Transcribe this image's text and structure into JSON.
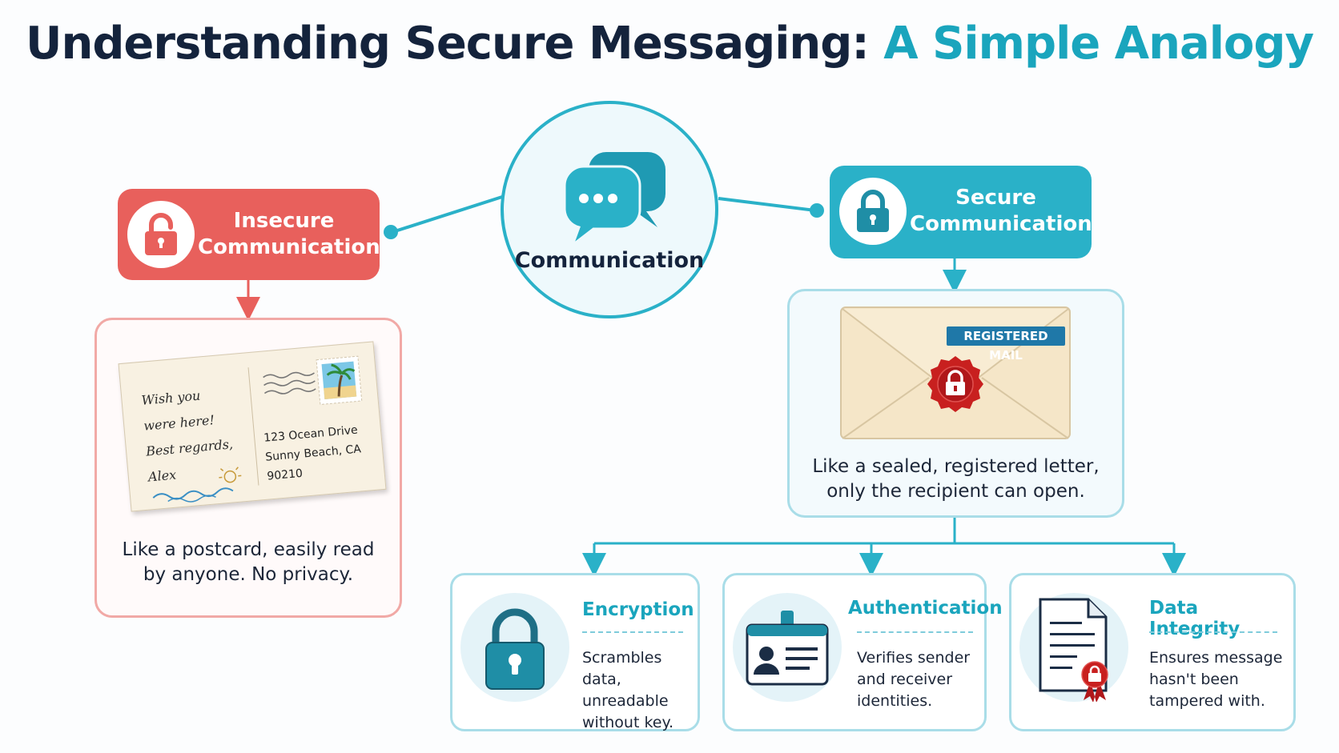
{
  "title": {
    "main": "Understanding Secure Messaging:",
    "accent": "A Simple Analogy"
  },
  "hub": {
    "label": "Communication",
    "icon": "chat-bubbles-icon"
  },
  "insecure": {
    "title_lines": [
      "Insecure",
      "Communication"
    ],
    "icon": "unlocked-padlock-icon",
    "postcard": {
      "message_lines": [
        "Wish you",
        "were here!",
        "Best regards,",
        "Alex"
      ],
      "address_lines": [
        "123 Ocean Drive",
        "Sunny Beach, CA",
        "90210"
      ]
    },
    "caption_lines": [
      "Like a postcard, easily read",
      "by anyone. No privacy."
    ]
  },
  "secure": {
    "title_lines": [
      "Secure",
      "Communication"
    ],
    "icon": "locked-padlock-icon",
    "envelope_tag": "REGISTERED MAIL",
    "caption_lines": [
      "Like a sealed, registered letter,",
      "only the recipient can open."
    ]
  },
  "features": [
    {
      "title": "Encryption",
      "icon": "padlock-icon",
      "desc_lines": [
        "Scrambles data,",
        "unreadable",
        "without key."
      ]
    },
    {
      "title": "Authentication",
      "icon": "id-badge-icon",
      "desc_lines": [
        "Verifies sender",
        "and receiver",
        "identities."
      ]
    },
    {
      "title": "Data Integrity",
      "icon": "certified-document-icon",
      "desc_lines": [
        "Ensures message",
        "hasn't been",
        "tampered with."
      ]
    }
  ],
  "colors": {
    "navy": "#14233c",
    "teal": "#2ab1c8",
    "teal_text": "#1aa5bd",
    "coral": "#e8605c",
    "seal_red": "#c8201f"
  }
}
